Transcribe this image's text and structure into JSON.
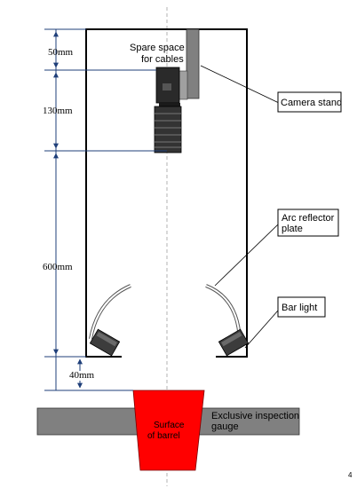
{
  "labels": {
    "spare_space_line1": "Spare space",
    "spare_space_line2": "for cables",
    "camera_stand": "Camera stand",
    "arc_reflector_line1": "Arc reflector",
    "arc_reflector_line2": "plate",
    "bar_light": "Bar light",
    "surface_line1": "Surface",
    "surface_line2": "of barrel",
    "gauge_line1": "Exclusive inspection",
    "gauge_line2": "gauge"
  },
  "dimensions": {
    "d1": "50mm",
    "d2": "130mm",
    "d3": "600mm",
    "d4": "40mm"
  },
  "page_number": "4",
  "colors": {
    "dimension_line": "#1f3f7a",
    "barrel": "#ff0000",
    "gauge": "#808080",
    "camera": "#2a2a2a",
    "stand": "#808080"
  }
}
